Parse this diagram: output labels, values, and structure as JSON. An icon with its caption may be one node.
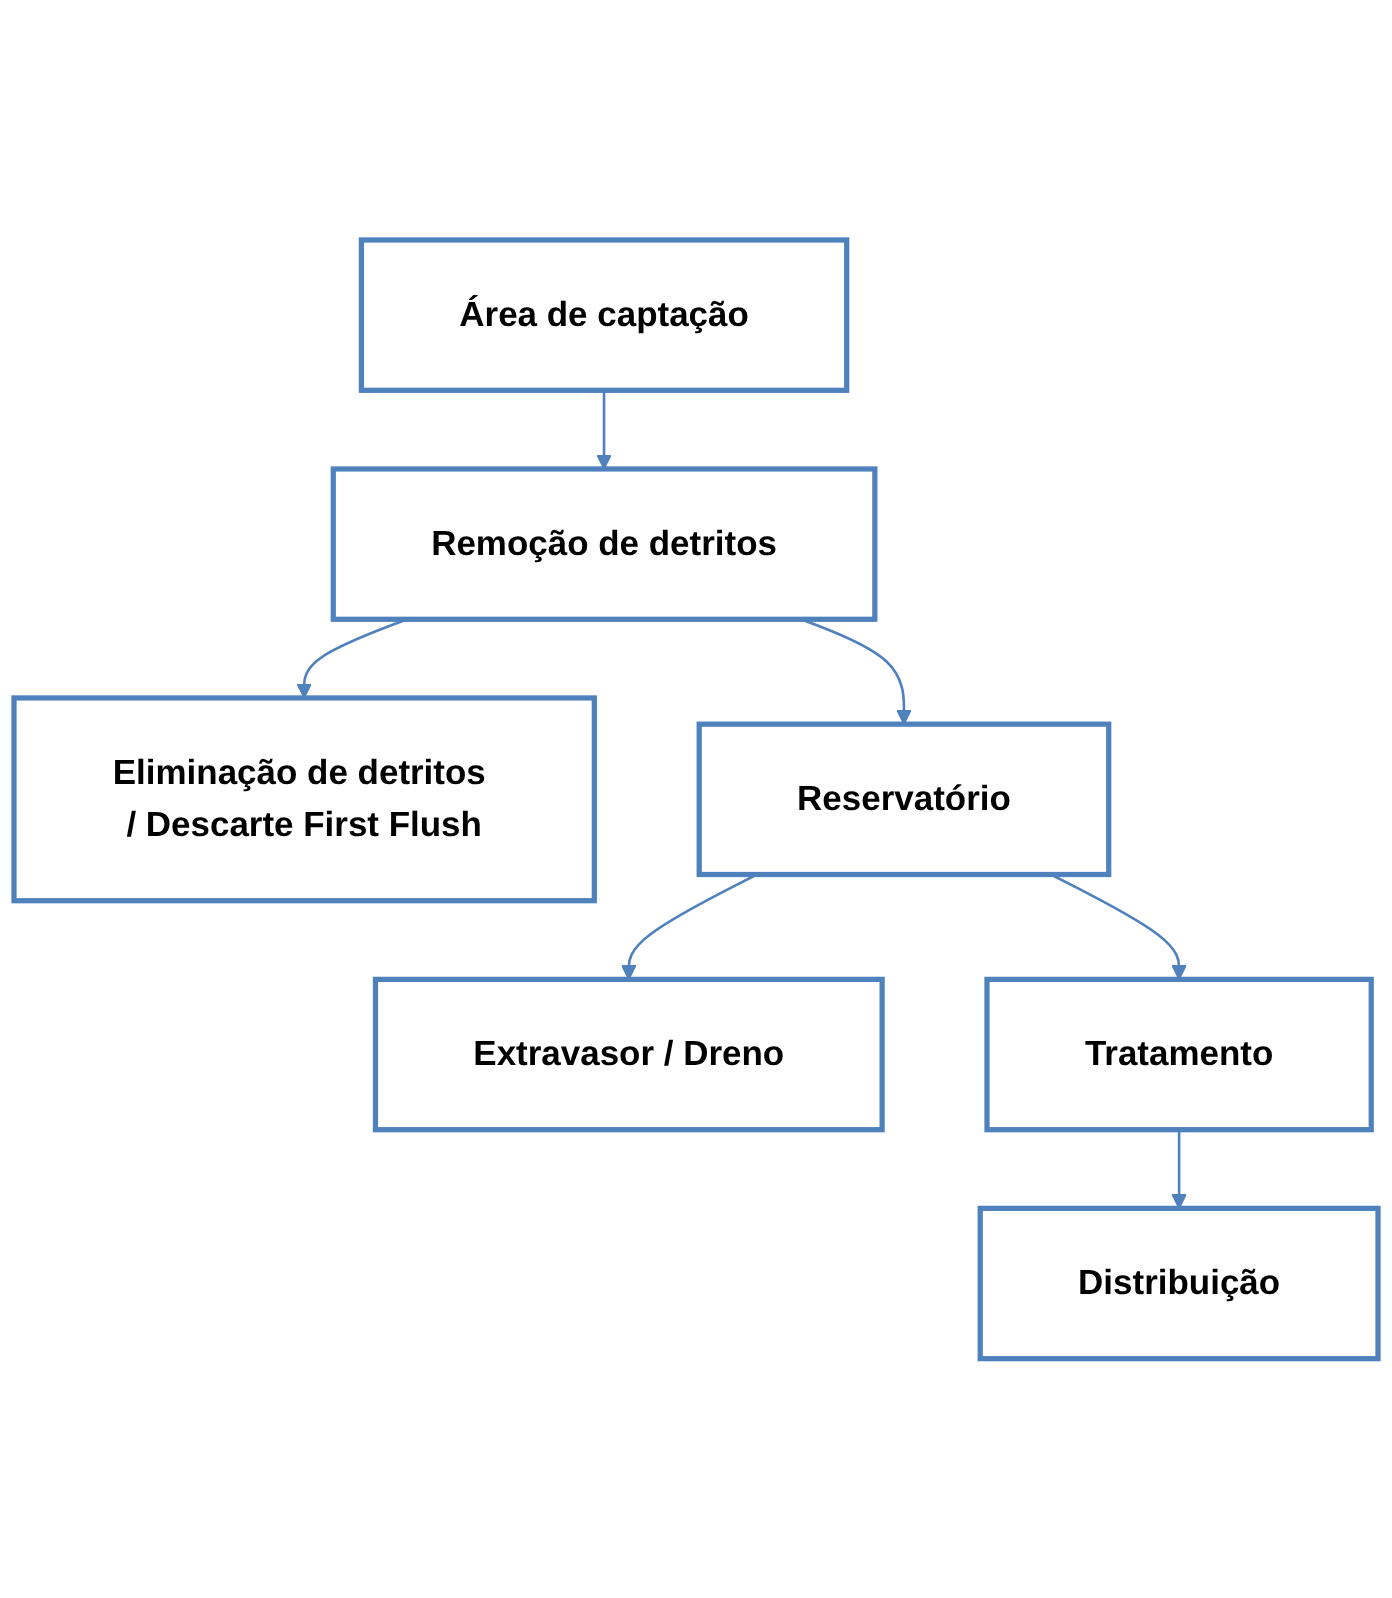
{
  "diagram": {
    "nodes": [
      {
        "text": [
          "Área de captação"
        ]
      },
      {
        "text": [
          "Remoção de detritos"
        ]
      },
      {
        "text": [
          "Eliminação de detritos / Descarte First Flush"
        ]
      },
      {
        "text": [
          "Reservatório"
        ]
      },
      {
        "text": [
          "Extravasor / Dreno"
        ]
      },
      {
        "text": [
          "Tratamento"
        ]
      },
      {
        "text": [
          "Distribuição"
        ]
      }
    ],
    "edges": [
      {
        "from": 0,
        "to": 1,
        "arrow": "to"
      },
      {
        "from": 1,
        "to": 2,
        "arrow": "to"
      },
      {
        "from": 1,
        "to": 3,
        "arrow": "to"
      },
      {
        "from": 3,
        "to": 4,
        "arrow": "to"
      },
      {
        "from": 3,
        "to": 5,
        "arrow": "to"
      },
      {
        "from": 5,
        "to": 6,
        "arrow": "to"
      }
    ]
  }
}
